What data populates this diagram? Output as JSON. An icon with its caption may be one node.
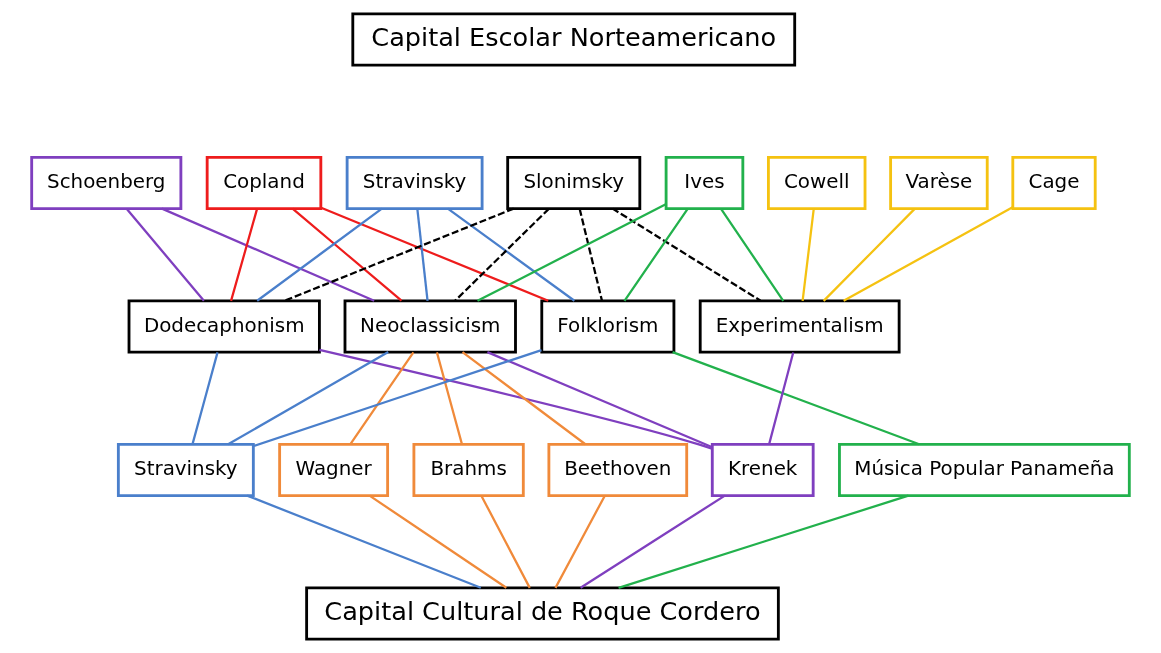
{
  "diagram": {
    "nodes": [
      {
        "text": [
          "Capital Escolar Norteamericano"
        ]
      },
      {
        "text": [
          "Schoenberg"
        ]
      },
      {
        "text": [
          "Copland"
        ]
      },
      {
        "text": [
          "Stravinsky"
        ]
      },
      {
        "text": [
          "Slonimsky"
        ]
      },
      {
        "text": [
          "Ives"
        ]
      },
      {
        "text": [
          "Cowell"
        ]
      },
      {
        "text": [
          "Varèse"
        ]
      },
      {
        "text": [
          "Cage"
        ]
      },
      {
        "text": [
          "Dodecaphonism"
        ]
      },
      {
        "text": [
          "Neoclassicism"
        ]
      },
      {
        "text": [
          "Folklorism"
        ]
      },
      {
        "text": [
          "Experimentalism"
        ]
      },
      {
        "text": [
          "Stravinsky"
        ]
      },
      {
        "text": [
          "Wagner"
        ]
      },
      {
        "text": [
          "Brahms"
        ]
      },
      {
        "text": [
          "Beethoven"
        ]
      },
      {
        "text": [
          "Krenek"
        ]
      },
      {
        "text": [
          "Música Popular Panameña"
        ]
      },
      {
        "text": [
          "Capital Cultural de Roque Cordero"
        ]
      }
    ],
    "edges": [
      {
        "from": 1,
        "to": 9,
        "arrow": "none",
        "color": "#7f3fbf"
      },
      {
        "from": 1,
        "to": 10,
        "arrow": "none",
        "color": "#7f3fbf"
      },
      {
        "from": 2,
        "to": 9,
        "arrow": "none",
        "color": "#ee1c1c"
      },
      {
        "from": 2,
        "to": 10,
        "arrow": "none",
        "color": "#ee1c1c"
      },
      {
        "from": 2,
        "to": 11,
        "arrow": "none",
        "color": "#ee1c1c"
      },
      {
        "from": 3,
        "to": 9,
        "arrow": "none",
        "color": "#4a7fcb"
      },
      {
        "from": 3,
        "to": 10,
        "arrow": "none",
        "color": "#4a7fcb"
      },
      {
        "from": 3,
        "to": 11,
        "arrow": "none",
        "color": "#4a7fcb"
      },
      {
        "from": 4,
        "to": 9,
        "arrow": "none",
        "style": "dashed",
        "color": "#000000"
      },
      {
        "from": 4,
        "to": 10,
        "arrow": "none",
        "style": "dashed",
        "color": "#000000"
      },
      {
        "from": 4,
        "to": 11,
        "arrow": "none",
        "style": "dashed",
        "color": "#000000"
      },
      {
        "from": 4,
        "to": 12,
        "arrow": "none",
        "style": "dashed",
        "color": "#000000"
      },
      {
        "from": 5,
        "to": 10,
        "arrow": "none",
        "color": "#22b14c"
      },
      {
        "from": 5,
        "to": 11,
        "arrow": "none",
        "color": "#22b14c"
      },
      {
        "from": 5,
        "to": 12,
        "arrow": "none",
        "color": "#22b14c"
      },
      {
        "from": 6,
        "to": 12,
        "arrow": "none",
        "color": "#f5c211"
      },
      {
        "from": 7,
        "to": 12,
        "arrow": "none",
        "color": "#f5c211"
      },
      {
        "from": 8,
        "to": 12,
        "arrow": "none",
        "color": "#f5c211"
      },
      {
        "from": 9,
        "to": 13,
        "arrow": "none",
        "color": "#4a7fcb"
      },
      {
        "from": 9,
        "to": 17,
        "arrow": "none",
        "color": "#7f3fbf"
      },
      {
        "from": 10,
        "to": 13,
        "arrow": "none",
        "color": "#4a7fcb"
      },
      {
        "from": 10,
        "to": 14,
        "arrow": "none",
        "color": "#f08a3a"
      },
      {
        "from": 10,
        "to": 15,
        "arrow": "none",
        "color": "#f08a3a"
      },
      {
        "from": 10,
        "to": 16,
        "arrow": "none",
        "color": "#f08a3a"
      },
      {
        "from": 10,
        "to": 17,
        "arrow": "none",
        "color": "#7f3fbf"
      },
      {
        "from": 11,
        "to": 13,
        "arrow": "none",
        "color": "#4a7fcb"
      },
      {
        "from": 11,
        "to": 18,
        "arrow": "none",
        "color": "#22b14c"
      },
      {
        "from": 12,
        "to": 17,
        "arrow": "none",
        "color": "#7f3fbf"
      },
      {
        "from": 13,
        "to": 19,
        "arrow": "none",
        "color": "#4a7fcb"
      },
      {
        "from": 14,
        "to": 19,
        "arrow": "none",
        "color": "#f08a3a"
      },
      {
        "from": 15,
        "to": 19,
        "arrow": "none",
        "color": "#f08a3a"
      },
      {
        "from": 16,
        "to": 19,
        "arrow": "none",
        "color": "#f08a3a"
      },
      {
        "from": 17,
        "to": 19,
        "arrow": "none",
        "color": "#7f3fbf"
      },
      {
        "from": 18,
        "to": 19,
        "arrow": "none",
        "color": "#22b14c"
      }
    ]
  }
}
